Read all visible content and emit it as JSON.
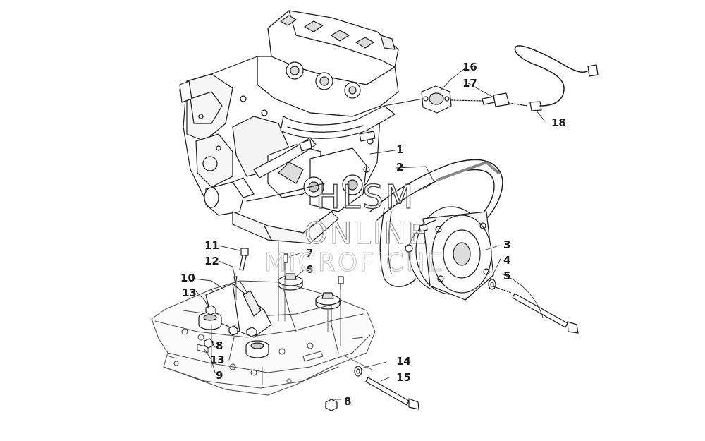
{
  "diagram": {
    "callouts": {
      "c1": "1",
      "c2": "2",
      "c3": "3",
      "c4": "4",
      "c5": "5",
      "c6": "6",
      "c7": "7",
      "c8a": "8",
      "c8b": "8",
      "c9": "9",
      "c10": "10",
      "c11": "11",
      "c12": "12",
      "c13a": "13",
      "c13b": "13",
      "c14": "14",
      "c15": "15",
      "c16": "16",
      "c17": "17",
      "c18": "18"
    },
    "watermark": {
      "line1": "HLSM",
      "line2": "ONLINE",
      "line3": "MICROFICHE"
    },
    "parts": {
      "engine": "engine-assembly",
      "belt": "drive-belt",
      "clutch": "drive-clutch",
      "chassis": "chassis-frame",
      "sensor": "sensor-wire"
    }
  }
}
